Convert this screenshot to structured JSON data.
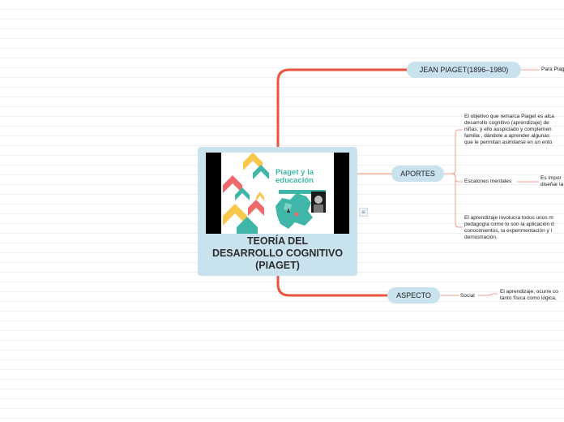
{
  "central": {
    "title_lines": [
      "TEORÍA DEL",
      "DESARROLLO COGNITIVO",
      "(PIAGET)"
    ],
    "image": {
      "title_lines": [
        "Piaget y la",
        "educación"
      ]
    }
  },
  "topics": {
    "jean": {
      "label": "JEAN PIAGET(1896–1980)",
      "child": "Para Piag"
    },
    "aportes": {
      "label": "APORTES",
      "child1_lines": [
        "El objetivo que remarca Piaget es alca",
        "desarrollo cognitivo (aprendizaje) de",
        "niñas; y ello auspiciado y complemen",
        "familia , dándole a aprender algunas",
        "que le permitan asimilarse en un ento"
      ],
      "child2": "Escalones mentales",
      "child2_sub_lines": [
        "Es impor",
        "diseñar la"
      ],
      "child3_lines": [
        "El aprendizaje involucra todos unos m",
        "pedagogía como lo son la aplicación d",
        "conocimientos, la experimentación y l",
        "demostración."
      ]
    },
    "aspecto": {
      "label": "ASPECTO",
      "child": "Social",
      "child_sub_lines": [
        "El aprendizaje, ocurre co",
        "tanto física como lógica,"
      ]
    }
  },
  "colors": {
    "main_branch": "#e8553e",
    "sub_branch": "#f0a08f",
    "node_fill": "#c9e3ee",
    "image_teal": "#3fb6a8",
    "image_red": "#ef6b6b",
    "image_yellow": "#f7c84a"
  },
  "icons": {
    "note": "note-icon"
  }
}
